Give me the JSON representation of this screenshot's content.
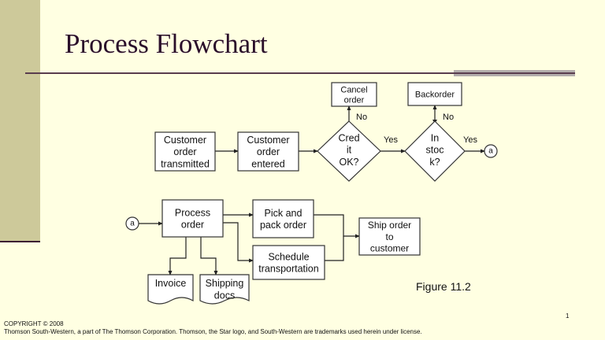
{
  "slide": {
    "title": "Process Flowchart",
    "figure_label": "Figure 11.2",
    "page_number": "1",
    "copyright_line1": "COPYRIGHT © 2008",
    "copyright_line2": "Thomson South-Western, a part of The Thomson Corporation. Thomson, the Star logo, and South-Western are trademarks used herein under license."
  },
  "colors": {
    "background": "#ffffe2",
    "sidebar": "#cdc99a",
    "title": "#2a0e2a",
    "rule": "#5a3d4e",
    "rule_accent": "#b2acab"
  },
  "flowchart": {
    "nodes": {
      "customer_order_transmitted": {
        "type": "process",
        "lines": [
          "Customer",
          "order",
          "transmitted"
        ]
      },
      "customer_order_entered": {
        "type": "process",
        "lines": [
          "Customer",
          "order",
          "entered"
        ]
      },
      "credit_ok": {
        "type": "decision",
        "lines": [
          "Cred",
          "it",
          "OK?"
        ]
      },
      "cancel_order": {
        "type": "process",
        "lines": [
          "Cancel",
          "order"
        ]
      },
      "in_stock": {
        "type": "decision",
        "lines": [
          "In",
          "stoc",
          "k?"
        ]
      },
      "backorder": {
        "type": "process",
        "lines": [
          "Backorder"
        ]
      },
      "connector_out": {
        "type": "connector",
        "lines": [
          "a"
        ]
      },
      "connector_in": {
        "type": "connector",
        "lines": [
          "a"
        ]
      },
      "process_order": {
        "type": "process",
        "lines": [
          "Process",
          "order"
        ]
      },
      "pick_and_pack": {
        "type": "process",
        "lines": [
          "Pick and",
          "pack order"
        ]
      },
      "schedule_transportation": {
        "type": "process",
        "lines": [
          "Schedule",
          "transportation"
        ]
      },
      "ship_order": {
        "type": "process",
        "lines": [
          "Ship order",
          "to",
          "customer"
        ]
      },
      "invoice": {
        "type": "document",
        "lines": [
          "Invoice"
        ]
      },
      "shipping_docs": {
        "type": "document",
        "lines": [
          "Shipping",
          "docs"
        ]
      }
    },
    "edges": [
      {
        "from": "customer_order_transmitted",
        "to": "customer_order_entered",
        "label": ""
      },
      {
        "from": "customer_order_entered",
        "to": "credit_ok",
        "label": ""
      },
      {
        "from": "credit_ok",
        "to": "cancel_order",
        "label": "No"
      },
      {
        "from": "credit_ok",
        "to": "in_stock",
        "label": "Yes"
      },
      {
        "from": "in_stock",
        "to": "backorder",
        "label": "No"
      },
      {
        "from": "in_stock",
        "to": "connector_out",
        "label": "Yes"
      },
      {
        "from": "connector_in",
        "to": "process_order",
        "label": ""
      },
      {
        "from": "process_order",
        "to": "pick_and_pack",
        "label": ""
      },
      {
        "from": "process_order",
        "to": "schedule_transportation",
        "label": ""
      },
      {
        "from": "process_order",
        "to": "invoice",
        "label": ""
      },
      {
        "from": "process_order",
        "to": "shipping_docs",
        "label": ""
      },
      {
        "from": "pick_and_pack",
        "to": "ship_order",
        "label": ""
      },
      {
        "from": "schedule_transportation",
        "to": "ship_order",
        "label": ""
      }
    ]
  }
}
